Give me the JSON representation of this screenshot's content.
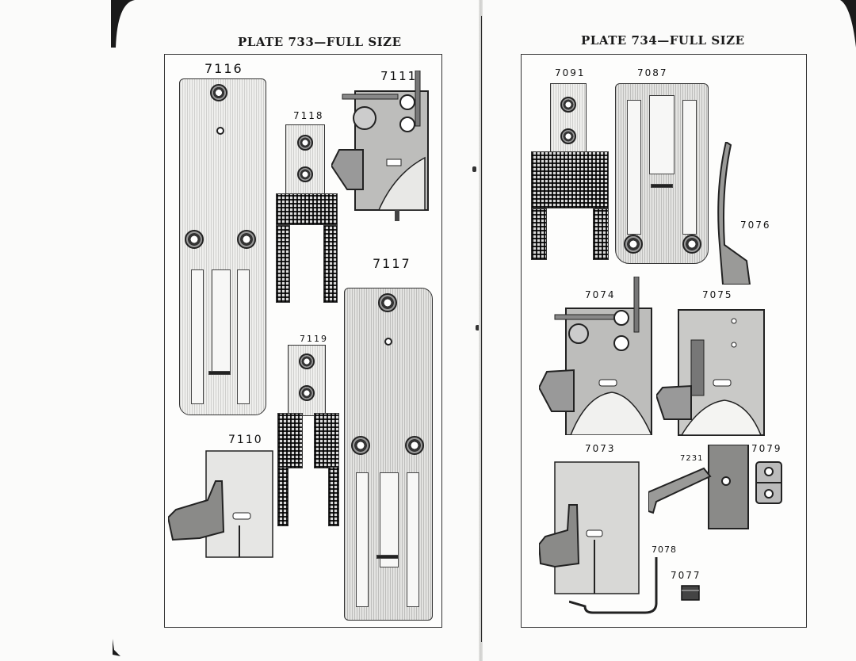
{
  "left_plate": {
    "title": "PLATE 733—FULL SIZE",
    "parts": [
      {
        "number": "7116",
        "icon": "throat-plate-icon"
      },
      {
        "number": "7111",
        "icon": "presser-foot-assembly-icon"
      },
      {
        "number": "7118",
        "icon": "feed-dog-icon"
      },
      {
        "number": "7117",
        "icon": "throat-plate-icon"
      },
      {
        "number": "7119",
        "icon": "feed-dog-icon"
      },
      {
        "number": "7110",
        "icon": "presser-foot-icon"
      }
    ]
  },
  "right_plate": {
    "title": "PLATE 734—FULL SIZE",
    "parts": [
      {
        "number": "7091",
        "icon": "feed-dog-icon"
      },
      {
        "number": "7087",
        "icon": "throat-plate-icon"
      },
      {
        "number": "7076",
        "icon": "needle-guard-icon"
      },
      {
        "number": "7074",
        "icon": "presser-foot-assembly-icon"
      },
      {
        "number": "7075",
        "icon": "presser-foot-icon"
      },
      {
        "number": "7073",
        "icon": "presser-foot-icon"
      },
      {
        "number": "7231",
        "icon": "bracket-icon"
      },
      {
        "number": "7079",
        "icon": "hinge-plate-icon"
      },
      {
        "number": "7078",
        "icon": "wire-rod-icon"
      },
      {
        "number": "7077",
        "icon": "bushing-icon"
      }
    ]
  }
}
